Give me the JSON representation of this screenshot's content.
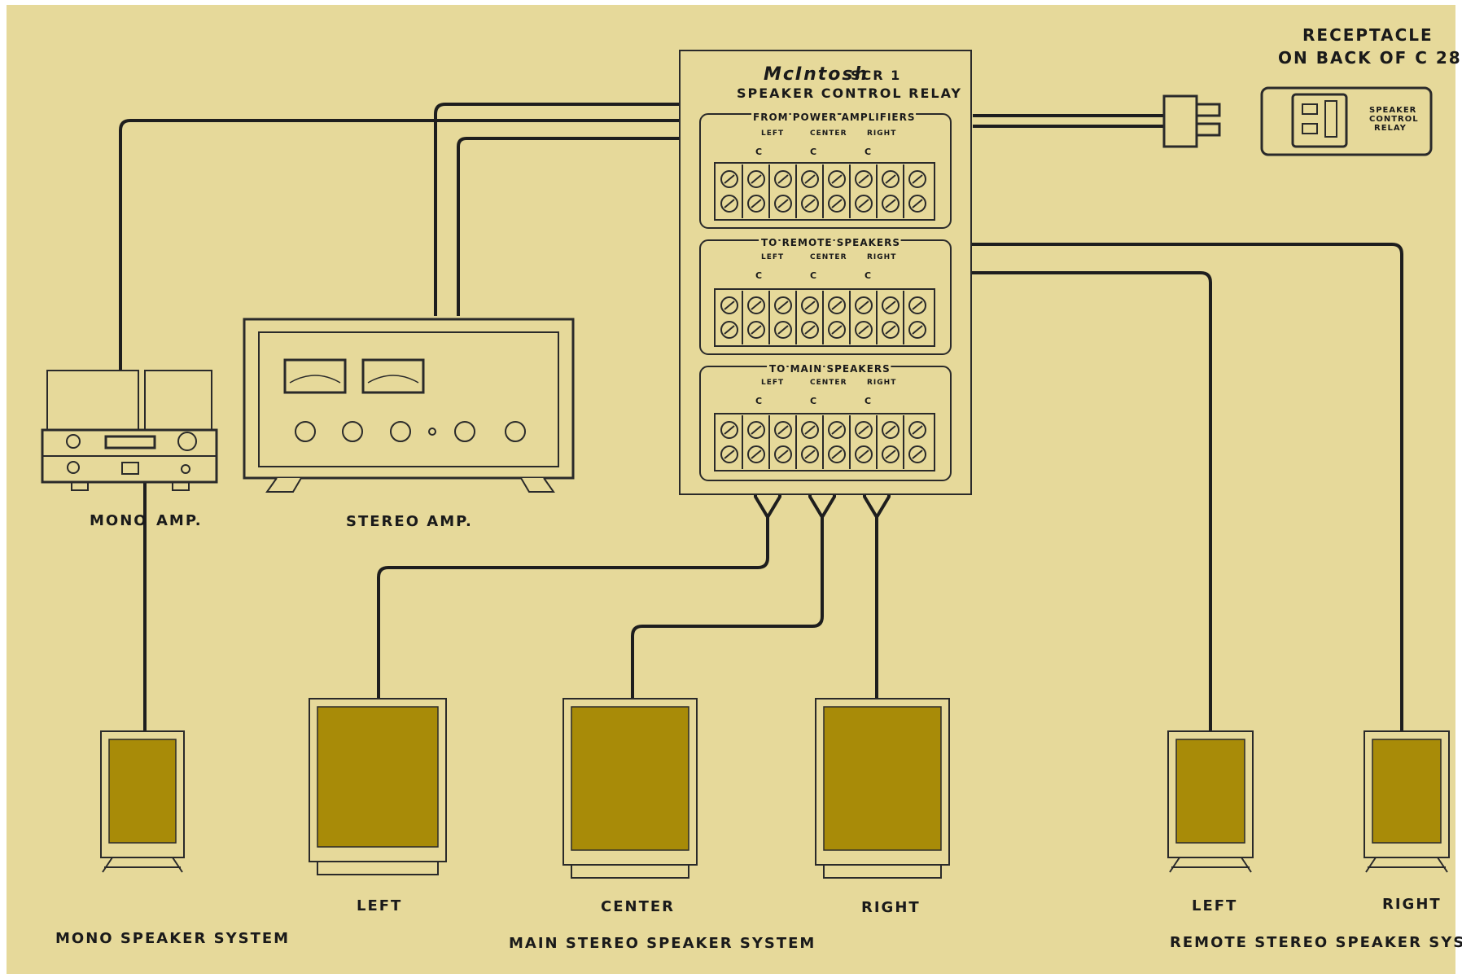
{
  "relay": {
    "brand": "McIntosh",
    "model": "SCR 1",
    "title": "SPEAKER CONTROL RELAY",
    "sections": [
      {
        "label": "FROM POWER AMPLIFIERS",
        "left": "LEFT",
        "center": "CENTER",
        "right": "RIGHT",
        "common": "C"
      },
      {
        "label": "TO REMOTE SPEAKERS",
        "left": "LEFT",
        "center": "CENTER",
        "right": "RIGHT",
        "common": "C"
      },
      {
        "label": "TO MAIN SPEAKERS",
        "left": "LEFT",
        "center": "CENTER",
        "right": "RIGHT",
        "common": "C"
      }
    ]
  },
  "receptacle": {
    "title_line1": "RECEPTACLE",
    "title_line2": "ON BACK OF C 28",
    "socket_line1": "SPEAKER",
    "socket_line2": "CONTROL",
    "socket_line3": "RELAY"
  },
  "amplifiers": {
    "mono_label_1": "MONO",
    "mono_label_2": "AMP.",
    "stereo_label": "STEREO AMP."
  },
  "speakers": {
    "mono_system": "MONO SPEAKER SYSTEM",
    "main_left": "LEFT",
    "main_center": "CENTER",
    "main_right": "RIGHT",
    "main_system": "MAIN STEREO SPEAKER SYSTEM",
    "remote_left": "LEFT",
    "remote_right": "RIGHT",
    "remote_system": "REMOTE STEREO SPEAKER SYSTEM"
  },
  "colors": {
    "background": "#e6d99a",
    "speaker_fill": "#a88b08",
    "line": "#1e1e1e"
  }
}
